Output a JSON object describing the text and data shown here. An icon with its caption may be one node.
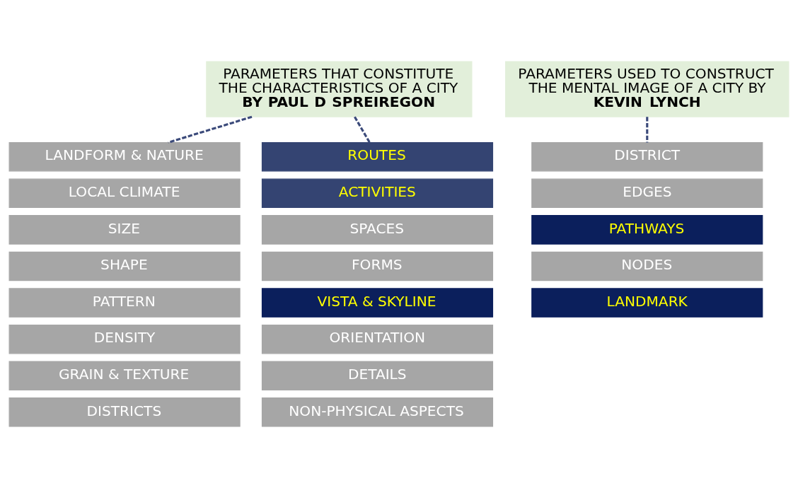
{
  "diagram": {
    "nodes": [
      {
        "text": [
          "PARAMETERS THAT CONSTITUTE THE CHARACTERISTICS OF A CITY **BY PAUL D SPREIREGON**"
        ]
      },
      {
        "text": [
          "LANDFORM & NATURE"
        ]
      },
      {
        "text": [
          "LOCAL CLIMATE"
        ]
      },
      {
        "text": [
          "SIZE"
        ]
      },
      {
        "text": [
          "SHAPE"
        ]
      },
      {
        "text": [
          "PATTERN"
        ]
      },
      {
        "text": [
          "DENSITY"
        ]
      },
      {
        "text": [
          "GRAIN & TEXTURE"
        ]
      },
      {
        "text": [
          "DISTRICTS"
        ]
      },
      {
        "text": [
          "ROUTES"
        ]
      },
      {
        "text": [
          "ACTIVITIES"
        ]
      },
      {
        "text": [
          "SPACES"
        ]
      },
      {
        "text": [
          "FORMS"
        ]
      },
      {
        "text": [
          "VISTA & SKYLINE"
        ]
      },
      {
        "text": [
          "ORIENTATION"
        ]
      },
      {
        "text": [
          "DETAILS"
        ]
      },
      {
        "text": [
          "NON-PHYSICAL ASPECTS"
        ]
      },
      {
        "text": [
          "PARAMETERS USED TO CONSTRUCT THE MENTAL IMAGE OF A CITY BY **KEVIN LYNCH**"
        ]
      },
      {
        "text": [
          "DISTRICT"
        ]
      },
      {
        "text": [
          "EDGES"
        ]
      },
      {
        "text": [
          "PATHWAYS"
        ]
      },
      {
        "text": [
          "NODES"
        ]
      },
      {
        "text": [
          "LANDMARK"
        ]
      }
    ],
    "edges": [
      {
        "from": 0,
        "to": 1,
        "arrow": "none",
        "style": "dashed"
      },
      {
        "from": 0,
        "to": 9,
        "arrow": "none",
        "style": "dashed"
      },
      {
        "from": 17,
        "to": 18,
        "arrow": "none",
        "style": "dashed"
      }
    ]
  }
}
